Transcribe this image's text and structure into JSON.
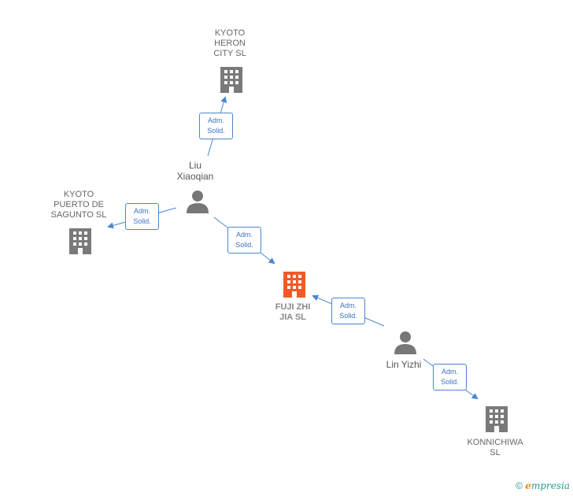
{
  "nodes": {
    "kyoto_heron": {
      "label": "KYOTO\nHERON\nCITY  SL"
    },
    "kyoto_puerto": {
      "label": "KYOTO\nPUERTO DE\nSAGUNTO  SL"
    },
    "fuji": {
      "label": "FUJI ZHI\nJIA  SL"
    },
    "konnichiwa": {
      "label": "KONNICHIWA\nSL"
    },
    "liu": {
      "label": "Liu\nXiaoqian"
    },
    "lin": {
      "label": "Lin Yizhi"
    }
  },
  "relations": [
    {
      "line1": "Adm.",
      "line2": "Solid."
    },
    {
      "line1": "Adm.",
      "line2": "Solid."
    },
    {
      "line1": "Adm.",
      "line2": "Solid."
    },
    {
      "line1": "Adm.",
      "line2": "Solid."
    },
    {
      "line1": "Adm.",
      "line2": "Solid."
    }
  ],
  "colors": {
    "company": "#7a7a7a",
    "focus_company": "#f05a28",
    "person": "#777777",
    "edge": "#4a86d0"
  },
  "footer": {
    "copyright": "©",
    "brand_initial": "e",
    "brand_rest": "mpresia"
  }
}
